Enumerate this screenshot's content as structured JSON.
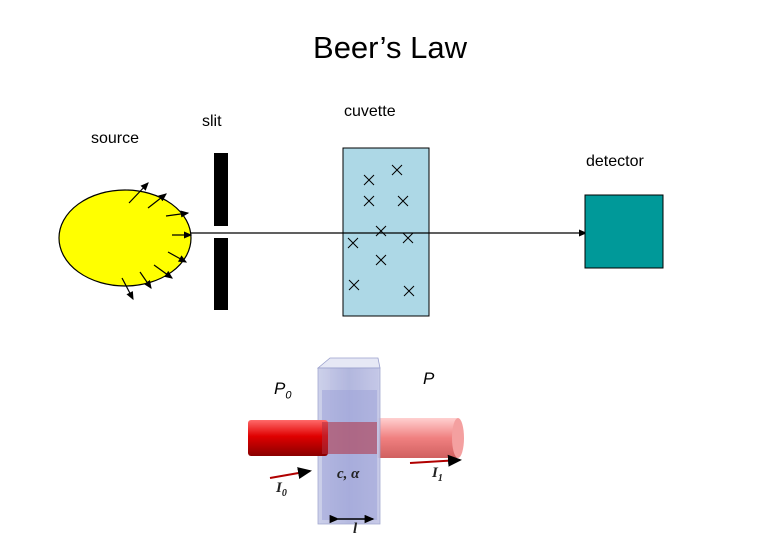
{
  "title": "Beer’s Law",
  "labels": {
    "source": "source",
    "slit": "slit",
    "cuvette": "cuvette",
    "detector": "detector",
    "p0": "P",
    "p0_sub": "0",
    "p": "P"
  },
  "photo_labels": {
    "i0": "I",
    "i0_sub": "0",
    "i1": "I",
    "i1_sub": "1",
    "conc": "c, α",
    "path": "l"
  },
  "colors": {
    "source_fill": "#ffff00",
    "cuvette_fill": "#add8e6",
    "detector_fill": "#009999",
    "beam_red": "#e01010",
    "slit": "#000000"
  }
}
